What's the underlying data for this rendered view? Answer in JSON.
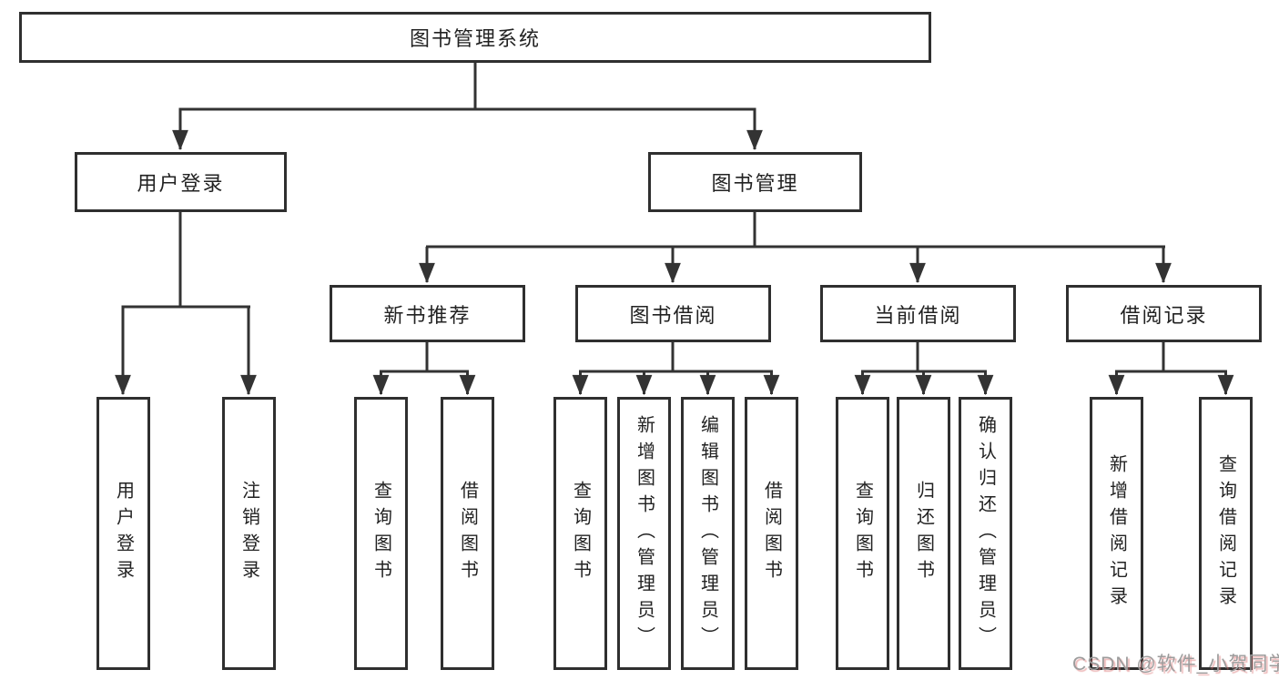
{
  "diagram": {
    "root": {
      "label": "图书管理系统"
    },
    "level2": [
      {
        "label": "用户登录"
      },
      {
        "label": "图书管理"
      }
    ],
    "level3": [
      {
        "label": "新书推荐"
      },
      {
        "label": "图书借阅"
      },
      {
        "label": "当前借阅"
      },
      {
        "label": "借阅记录"
      }
    ],
    "leaves": {
      "user_login": [
        {
          "label": "用户登录"
        },
        {
          "label": "注销登录"
        }
      ],
      "new_books": [
        {
          "label": "查询图书"
        },
        {
          "label": "借阅图书"
        }
      ],
      "book_borrow": [
        {
          "label": "查询图书"
        },
        {
          "label": "新增图书（管理员）"
        },
        {
          "label": "编辑图书（管理员）"
        },
        {
          "label": "借阅图书"
        }
      ],
      "current_borrow": [
        {
          "label": "查询图书"
        },
        {
          "label": "归还图书"
        },
        {
          "label": "确认归还（管理员）"
        }
      ],
      "borrow_records": [
        {
          "label": "新增借阅记录"
        },
        {
          "label": "查询借阅记录"
        }
      ]
    },
    "watermark": "CSDN @软件_小贺同学",
    "colors": {
      "line": "#333333",
      "box_border": "#2f2f2f",
      "text": "#222222",
      "watermark_text": "#9c9c9c",
      "watermark_shadow": "#db7070"
    }
  }
}
